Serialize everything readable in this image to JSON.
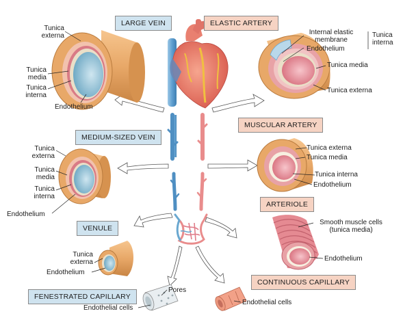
{
  "titles": {
    "large_vein": "LARGE VEIN",
    "elastic_artery": "ELASTIC ARTERY",
    "medium_vein": "MEDIUM-SIZED VEIN",
    "muscular_artery": "MUSCULAR ARTERY",
    "venule": "VENULE",
    "arteriole": "ARTERIOLE",
    "fenestrated_capillary": "FENESTRATED CAPILLARY",
    "continuous_capillary": "CONTINUOUS CAPILLARY"
  },
  "labels": {
    "lv_tunica_externa": "Tunica\nexterna",
    "lv_tunica_media": "Tunica\nmedia",
    "lv_tunica_interna": "Tunica\ninterna",
    "lv_endothelium": "Endothelium",
    "ea_internal_elastic": "Internal elastic\nmembrane",
    "ea_endothelium": "Endothelium",
    "ea_tunica_interna": "Tunica\ninterna",
    "ea_tunica_media": "Tunica media",
    "ea_tunica_externa": "Tunica externa",
    "mv_tunica_externa": "Tunica\nexterna",
    "mv_tunica_media": "Tunica\nmedia",
    "mv_tunica_interna": "Tunica\ninterna",
    "mv_endothelium": "Endothelium",
    "ma_tunica_externa": "Tunica externa",
    "ma_tunica_media": "Tunica media",
    "ma_tunica_interna": "Tunica interna",
    "ma_endothelium": "Endothelium",
    "vn_tunica_externa": "Tunica\nexterna",
    "vn_endothelium": "Endothelium",
    "ar_smooth_muscle": "Smooth muscle cells\n(tunica media)",
    "ar_endothelium": "Endothelium",
    "fc_pores": "Pores",
    "fc_endothelial_cells": "Endothelial cells",
    "cc_endothelial_cells": "Endothelial cells"
  },
  "colors": {
    "vein_box": "#cfe3ef",
    "artery_box": "#f6d3c3",
    "tunica_externa": "#e8a868",
    "tunica_media": "#e8a2a6",
    "vein_lumen": "#8fc2d8",
    "artery_lumen": "#e0828e",
    "vein_vessel": "#6aa8d0",
    "artery_vessel": "#e98c8c"
  }
}
